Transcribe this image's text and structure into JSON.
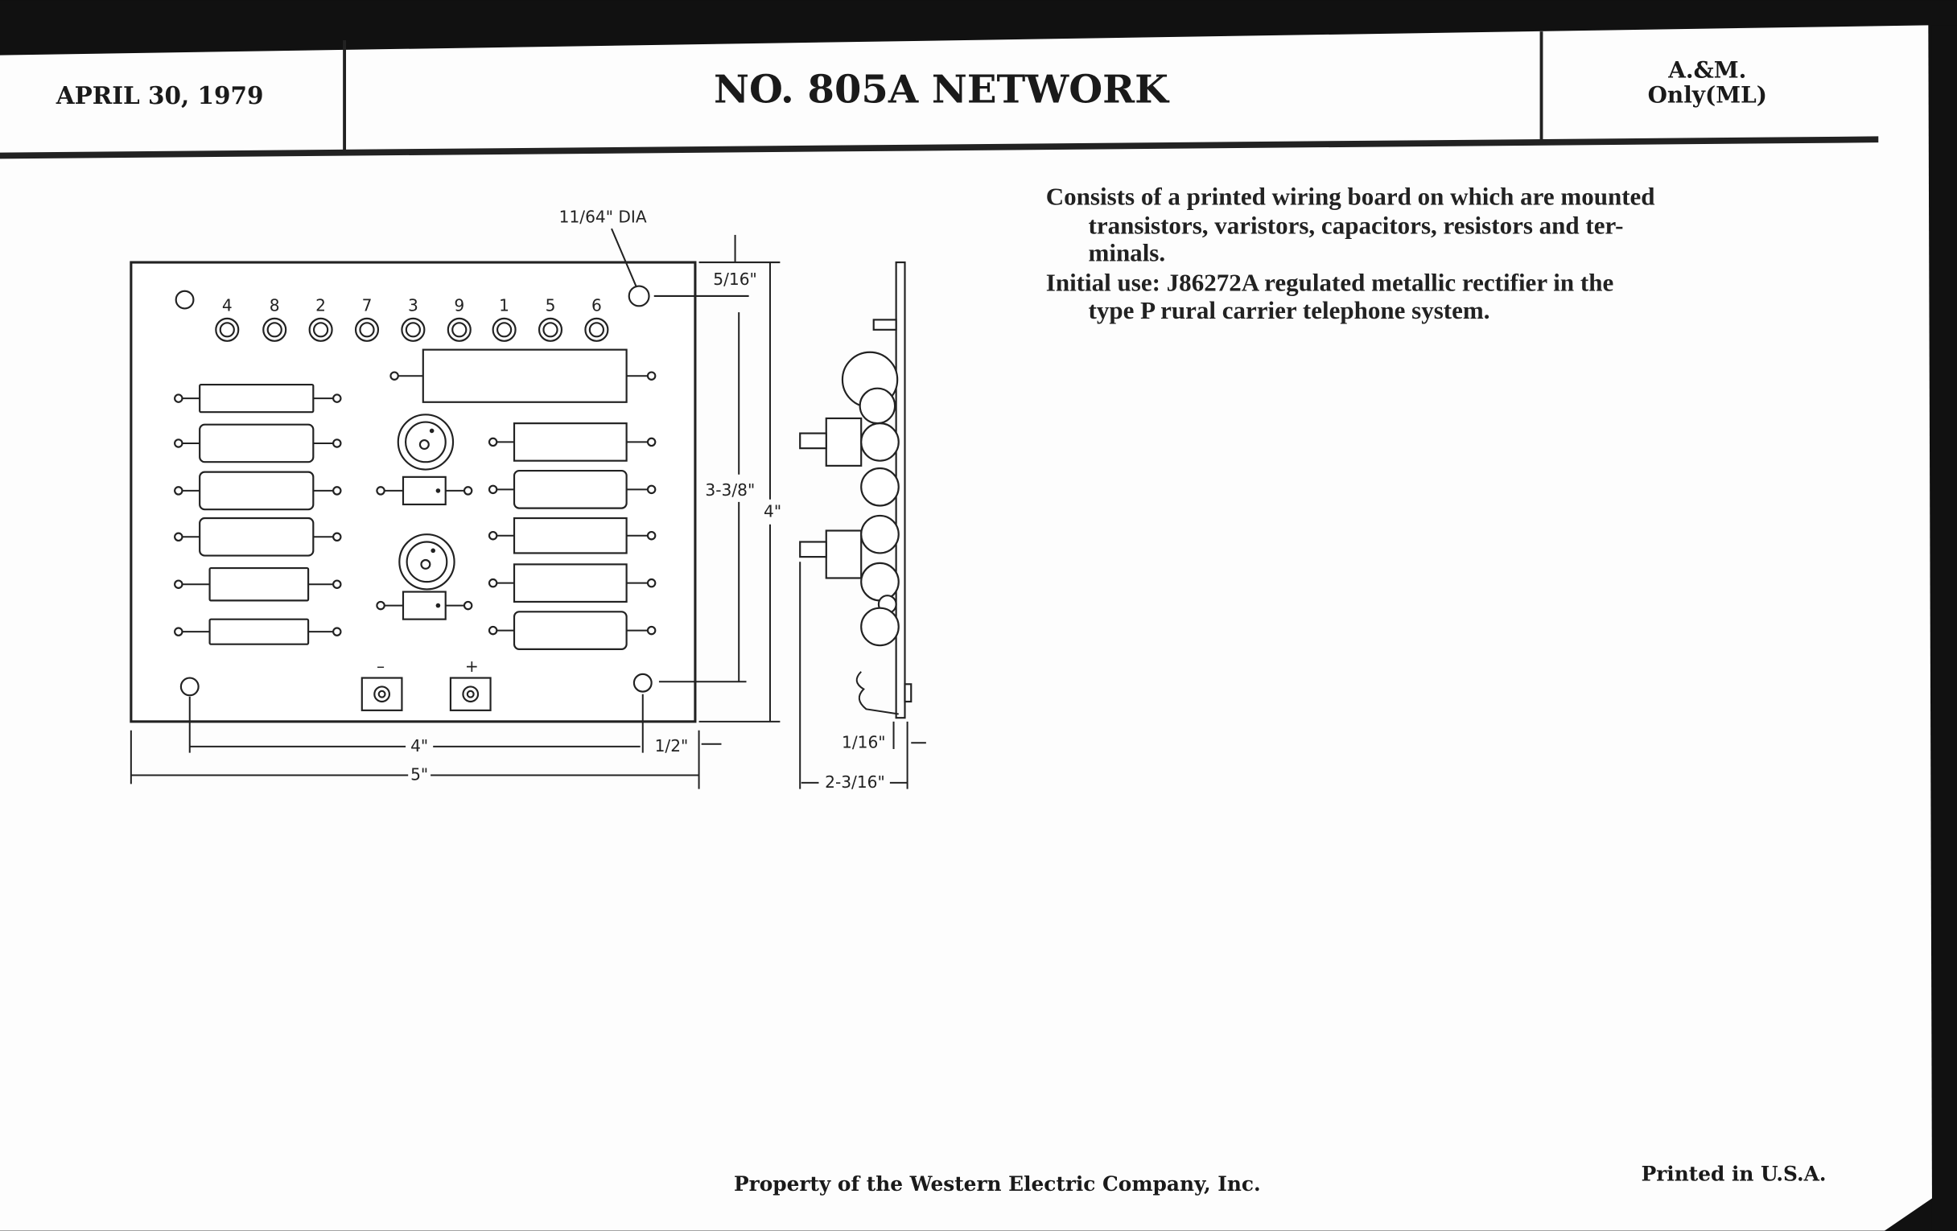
{
  "header": {
    "date": "APRIL 30, 1979",
    "title": "NO. 805A NETWORK",
    "scope_line1": "A.&M.",
    "scope_line2": "Only(ML)"
  },
  "description": {
    "para1_lines": [
      "Consists of a printed wiring board on which are mounted",
      "transistors, varistors, capacitors, resistors and ter-",
      "minals."
    ],
    "para2_lines": [
      "Initial use: J86272A regulated metallic rectifier in the",
      "type P rural carrier telephone system."
    ]
  },
  "drawing": {
    "hole_label": "11/64\" DIA",
    "terminal_numbers": [
      "4",
      "8",
      "2",
      "7",
      "3",
      "9",
      "1",
      "5",
      "6"
    ],
    "polarity": {
      "minus": "–",
      "plus": "+"
    },
    "dims": {
      "top_offset": "5/16\"",
      "hole_span_v": "3-3/8\"",
      "height": "4\"",
      "hole_span_h": "4\"",
      "edge_offset": "1/2\"",
      "width": "5\"",
      "thickness": "1/16\"",
      "depth": "2-3/16\""
    }
  },
  "footer": {
    "property": "Property of the Western Electric Company, Inc.",
    "printed": "Printed in U.S.A."
  }
}
